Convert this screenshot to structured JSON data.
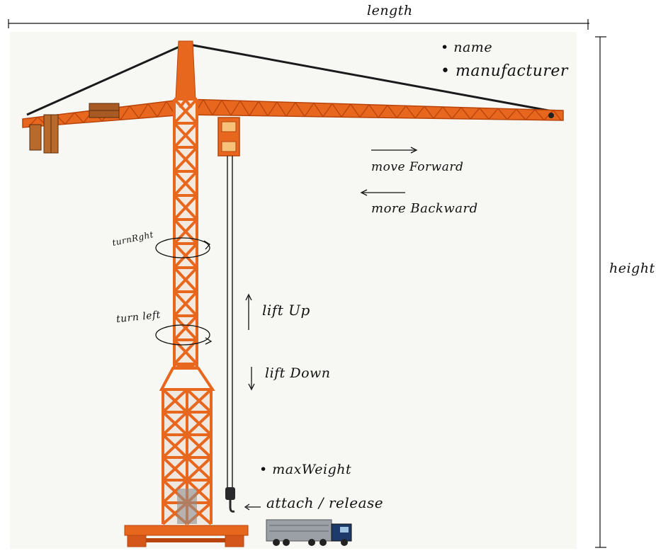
{
  "dimensions": {
    "length_label": "length",
    "height_label": "height"
  },
  "properties": {
    "name": "• name",
    "manufacturer": "• manufacturer",
    "max_weight": "• maxWeight"
  },
  "actions": {
    "move_forward": "move Forward",
    "move_backward": "more Backward",
    "turn_right": "turnRght",
    "turn_left": "turn left",
    "lift_up": "lift Up",
    "lift_down": "lift Down",
    "attach_release": "attach / release"
  },
  "colors": {
    "crane": "#e8671e",
    "crane_dark": "#b8440c",
    "cable": "#1a1a1a",
    "ink": "#111111",
    "crate": "#b86a2c",
    "truck_cab": "#1e3a6b",
    "truck_load": "#9aa0a6"
  },
  "icons": {
    "forward_arrow": "arrow-right-icon",
    "backward_arrow": "arrow-left-icon",
    "up_arrow": "arrow-up-icon",
    "down_arrow": "arrow-down-icon",
    "rotate": "rotate-icon",
    "hook": "hook-icon"
  }
}
